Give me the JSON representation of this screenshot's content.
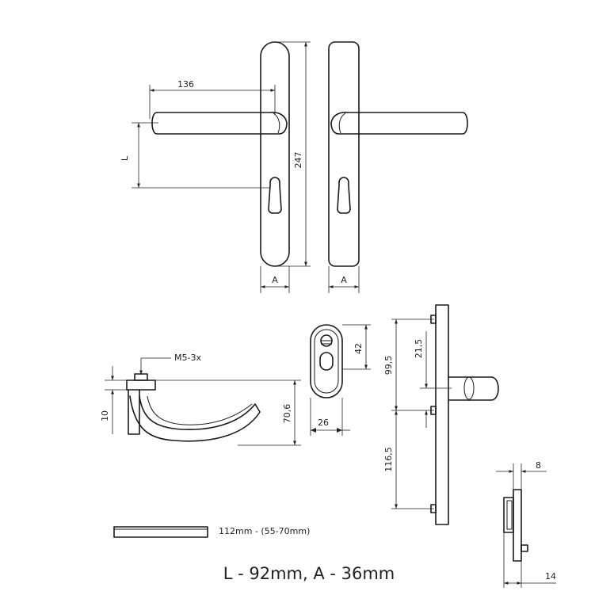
{
  "labels": {
    "dim_136": "136",
    "dim_L": "L",
    "dim_247": "247",
    "dim_A_left": "A",
    "dim_A_right": "A",
    "dim_M5": "M5-3x",
    "dim_10": "10",
    "dim_70_6": "70,6",
    "dim_42": "42",
    "dim_26": "26",
    "dim_99_5": "99,5",
    "dim_21_5": "21,5",
    "dim_116_5": "116,5",
    "dim_8": "8",
    "dim_14": "14",
    "spindle_note": "112mm - (55-70mm)"
  },
  "caption": "L - 92mm, A - 36mm"
}
